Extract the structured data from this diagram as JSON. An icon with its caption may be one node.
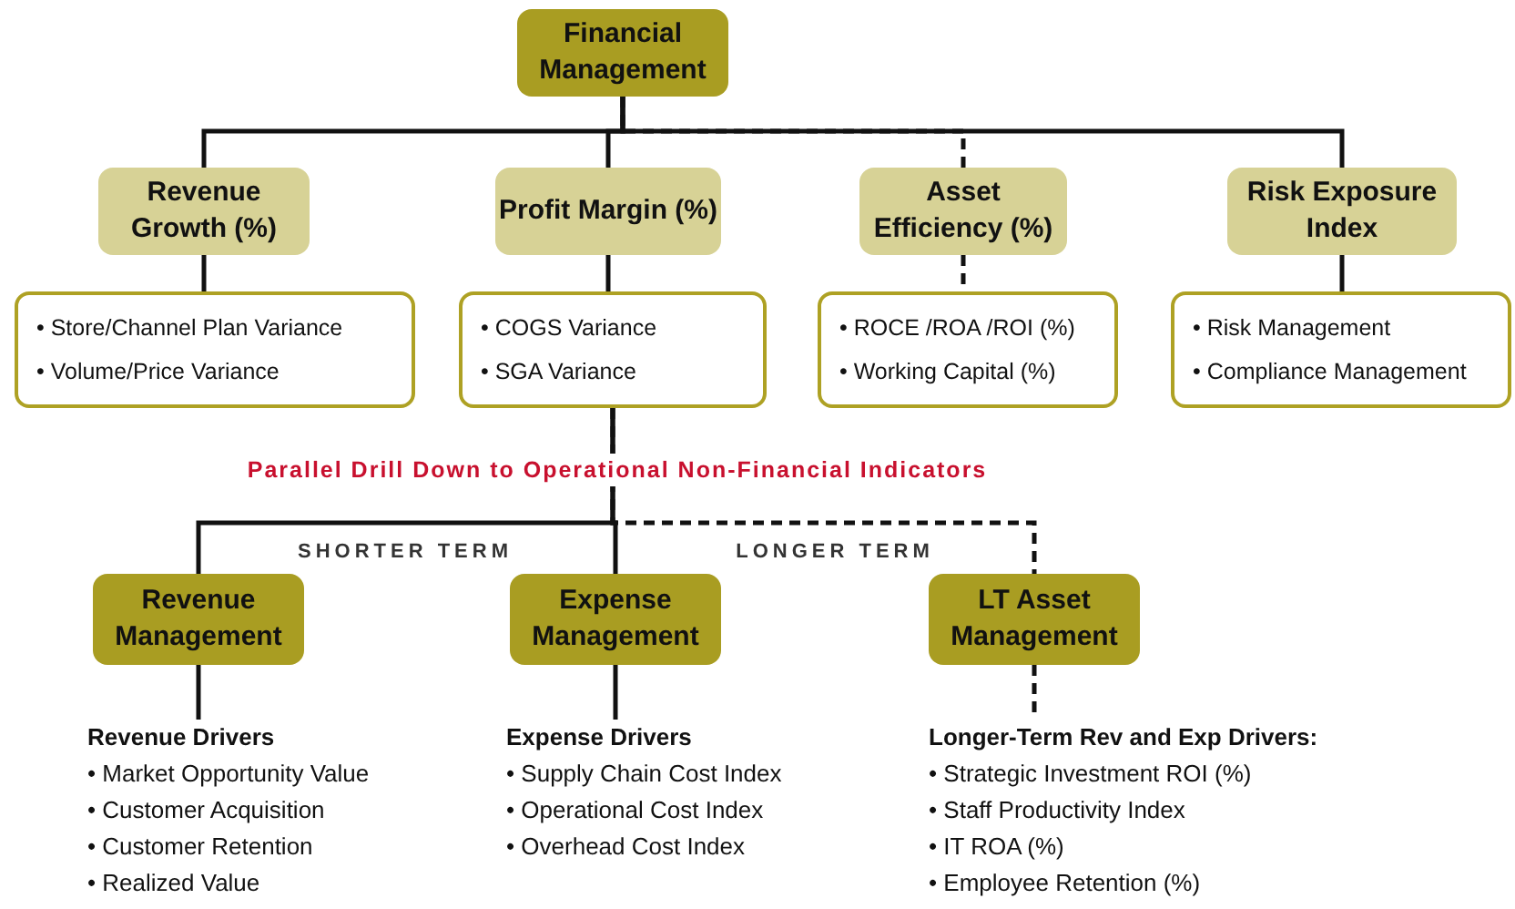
{
  "diagram": {
    "nodes": [
      {
        "text": [
          "Financial Management"
        ]
      },
      {
        "text": [
          "Revenue Growth (%)"
        ]
      },
      {
        "text": [
          "Profit Margin (%)"
        ]
      },
      {
        "text": [
          "Asset Efficiency (%)"
        ]
      },
      {
        "text": [
          "Risk Exposure Index"
        ]
      },
      {
        "text": [
          "• Store/Channel Plan Variance",
          "• Volume/Price Variance"
        ]
      },
      {
        "text": [
          "• COGS Variance",
          "• SGA Variance"
        ]
      },
      {
        "text": [
          "• ROCE /ROA /ROI (%)",
          "• Working Capital (%)"
        ]
      },
      {
        "text": [
          "• Risk Management",
          "• Compliance Management"
        ]
      },
      {
        "text": [
          "Revenue Management"
        ]
      },
      {
        "text": [
          "Expense Management"
        ]
      },
      {
        "text": [
          "LT Asset Management"
        ]
      },
      {
        "text": [
          "Revenue Drivers",
          "• Market Opportunity Value",
          "• Customer Acquisition",
          "• Customer Retention",
          "• Realized Value"
        ]
      },
      {
        "text": [
          "Expense Drivers",
          "• Supply Chain Cost Index",
          "• Operational Cost Index",
          "• Overhead Cost Index"
        ]
      },
      {
        "text": [
          "Longer-Term Rev and Exp Drivers:",
          "• Strategic Investment ROI (%)",
          "• Staff Productivity Index",
          "• IT ROA (%)",
          "• Employee Retention (%)"
        ]
      }
    ],
    "edges": [
      {
        "from": 0,
        "to": 1,
        "arrow": "none"
      },
      {
        "from": 0,
        "to": 2,
        "arrow": "none"
      },
      {
        "from": 0,
        "to": 3,
        "arrow": "none",
        "style": "dashed"
      },
      {
        "from": 0,
        "to": 4,
        "arrow": "none"
      },
      {
        "from": 1,
        "to": 5,
        "arrow": "none"
      },
      {
        "from": 2,
        "to": 6,
        "arrow": "none"
      },
      {
        "from": 3,
        "to": 7,
        "arrow": "none",
        "style": "dashed"
      },
      {
        "from": 4,
        "to": 8,
        "arrow": "none"
      },
      {
        "from": 6,
        "to": 9,
        "arrow": "none"
      },
      {
        "from": 6,
        "to": 10,
        "arrow": "none"
      },
      {
        "from": 6,
        "to": 11,
        "arrow": "none",
        "style": "dashed"
      },
      {
        "from": 9,
        "to": 12,
        "arrow": "none"
      },
      {
        "from": 10,
        "to": 13,
        "arrow": "none"
      },
      {
        "from": 11,
        "to": 14,
        "arrow": "none",
        "style": "dashed"
      }
    ],
    "labels": [
      "Parallel Drill Down to Operational Non-Financial Indicators",
      "SHORTER TERM",
      "LONGER TERM"
    ]
  }
}
